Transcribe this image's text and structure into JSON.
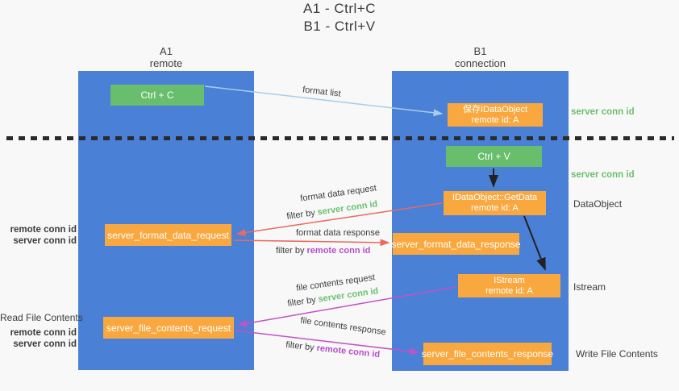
{
  "title": {
    "line1": "A1 - Ctrl+C",
    "line2": "B1 - Ctrl+V"
  },
  "lanes": {
    "left": {
      "name": "A1",
      "sub": "remote"
    },
    "right": {
      "name": "B1",
      "sub": "connection"
    }
  },
  "nodes": {
    "ctrl_c": "Ctrl + C",
    "save_idataobject": {
      "line1": "保存IDataObject",
      "line2": "remote id: A"
    },
    "ctrl_v": "Ctrl + V",
    "getdata": {
      "line1": "IDataObject::GetData",
      "line2": "remote id: A"
    },
    "format_request": "server_format_data_request",
    "format_response": "server_format_data_response",
    "istream": {
      "line1": "IStream",
      "line2": "remote id: A"
    },
    "file_request": "server_file_contents_request",
    "file_response": "server_file_contents_response"
  },
  "edge_labels": {
    "format_list": "format list",
    "format_data_request": "format data request",
    "format_data_response": "format data response",
    "file_contents_request": "file contents request",
    "file_contents_response": "file contents response",
    "filter_by": "filter by",
    "server_conn_id": "server conn id",
    "remote_conn_id": "remote conn id"
  },
  "side_labels": {
    "server_conn_id_top": "server conn id",
    "server_conn_id_mid": "server conn id",
    "dataobject": "DataObject",
    "istream": "Istream",
    "write_file_contents": "Write File Contents",
    "read_file_contents": "Read File Contents",
    "remote_conn_id_1": "remote conn id",
    "server_conn_id_1": "server conn id",
    "remote_conn_id_2": "remote conn id",
    "server_conn_id_2": "server conn id"
  },
  "colors": {
    "lane_blue": "#4a80d6",
    "node_green": "#68be6c",
    "node_orange": "#f9a840",
    "arrow_light_blue": "#a6cdec",
    "arrow_red": "#e96a5e",
    "arrow_magenta": "#c153c5",
    "arrow_black": "#222222",
    "text_green": "#6cbf6e",
    "text_purple": "#b44fc8",
    "background": "#f8f8f8"
  }
}
